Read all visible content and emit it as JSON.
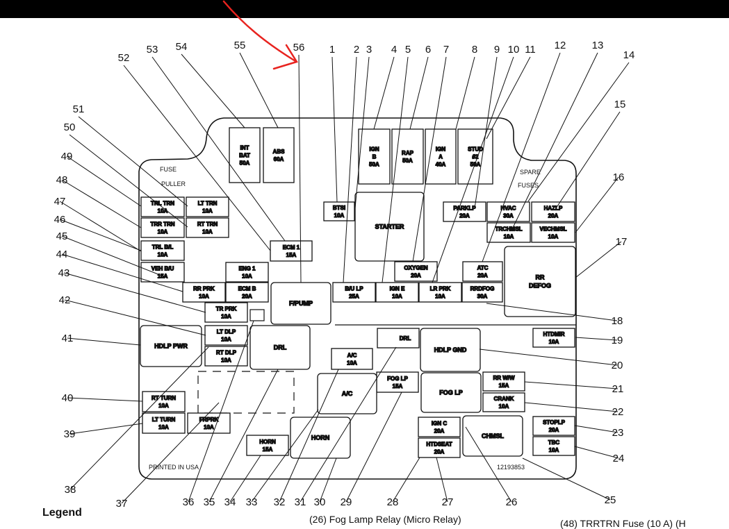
{
  "diagram": {
    "panel_text": {
      "fuse_puller": [
        "FUSE",
        "PULLER"
      ],
      "spare_fuses": [
        "SPARE",
        "FUSES"
      ],
      "printed": "PRINTED IN USA",
      "part_number": "12193853"
    },
    "components": [
      {
        "id": "c1",
        "lines": [
          "BTSI",
          "10A"
        ]
      },
      {
        "id": "c3",
        "lines": [
          "STARTER"
        ]
      },
      {
        "id": "c4",
        "lines": [
          "IGN",
          "B",
          "50A"
        ]
      },
      {
        "id": "c6",
        "lines": [
          "RAP",
          "50A"
        ]
      },
      {
        "id": "c7b",
        "lines": [
          "IGN",
          "A",
          "40A"
        ]
      },
      {
        "id": "c8",
        "lines": [
          "STUD",
          "#2",
          "50A"
        ]
      },
      {
        "id": "c9",
        "lines": [
          "PARKLP",
          "20A"
        ]
      },
      {
        "id": "c11",
        "lines": [
          "HVAC",
          "30A"
        ]
      },
      {
        "id": "c15",
        "lines": [
          "HAZLP",
          "20A"
        ]
      },
      {
        "id": "c14",
        "lines": [
          "TRCHMSL",
          "10A"
        ]
      },
      {
        "id": "c16",
        "lines": [
          "VECHMSL",
          "10A"
        ]
      },
      {
        "id": "c17",
        "lines": [
          "RR",
          "DEFOG"
        ]
      },
      {
        "id": "c7",
        "lines": [
          "OXYGEN",
          "20A"
        ]
      },
      {
        "id": "c12",
        "lines": [
          "ATC",
          "20A"
        ]
      },
      {
        "id": "c2",
        "lines": [
          "B/U LP",
          "25A"
        ]
      },
      {
        "id": "c5",
        "lines": [
          "IGN E",
          "10A"
        ]
      },
      {
        "id": "c10",
        "lines": [
          "LR PRK",
          "10A"
        ]
      },
      {
        "id": "c18",
        "lines": [
          "RRDFOG",
          "30A"
        ]
      },
      {
        "id": "c19",
        "lines": [
          "HTDMIR",
          "10A"
        ]
      },
      {
        "id": "c31",
        "lines": [
          "DRL"
        ]
      },
      {
        "id": "c20",
        "lines": [
          "HDLP GND"
        ]
      },
      {
        "id": "c21",
        "lines": [
          "RR W/W",
          "15A"
        ]
      },
      {
        "id": "c26",
        "lines": [
          "FOG LP"
        ]
      },
      {
        "id": "c22",
        "lines": [
          "CRANK",
          "10A"
        ]
      },
      {
        "id": "c23",
        "lines": [
          "STOPLP",
          "20A"
        ]
      },
      {
        "id": "c24",
        "lines": [
          "TBC",
          "10A"
        ]
      },
      {
        "id": "c28",
        "lines": [
          "IGN C",
          "20A"
        ]
      },
      {
        "id": "c27",
        "lines": [
          "HTDSEAT",
          "20A"
        ]
      },
      {
        "id": "c25",
        "lines": [
          "CHMSL"
        ]
      },
      {
        "id": "c29",
        "lines": [
          "FOG LP",
          "15A"
        ]
      },
      {
        "id": "c32",
        "lines": [
          "A/C",
          "10A"
        ]
      },
      {
        "id": "c33",
        "lines": [
          "A/C"
        ]
      },
      {
        "id": "c30",
        "lines": [
          "HORN"
        ]
      },
      {
        "id": "c34",
        "lines": [
          "HORN",
          "15A"
        ]
      },
      {
        "id": "c55",
        "lines": [
          "ABS",
          "60A"
        ]
      },
      {
        "id": "c54",
        "lines": [
          "INT",
          "BAT",
          "50A"
        ]
      },
      {
        "id": "c53",
        "lines": [
          "ECM 1",
          "15A"
        ]
      },
      {
        "id": "c52",
        "lines": [
          "ENG 1",
          "10A"
        ]
      },
      {
        "id": "c45b",
        "lines": [
          "ECM B",
          "20A"
        ]
      },
      {
        "id": "c56",
        "lines": [
          "F/PUMP"
        ]
      },
      {
        "id": "c51",
        "lines": [
          "LT TRN",
          "10A"
        ]
      },
      {
        "id": "c50",
        "lines": [
          "RT TRN",
          "10A"
        ]
      },
      {
        "id": "c49",
        "lines": [
          "TRL TRN",
          "10A"
        ]
      },
      {
        "id": "c48",
        "lines": [
          "TRR TRN",
          "10A"
        ]
      },
      {
        "id": "c47",
        "lines": [
          "TRL B/L",
          "10A"
        ]
      },
      {
        "id": "c46",
        "lines": [
          "VEH B/U",
          "15A"
        ]
      },
      {
        "id": "c44",
        "lines": [
          "RR PRK",
          "10A"
        ]
      },
      {
        "id": "c43",
        "lines": [
          "TR PRK",
          "10A"
        ]
      },
      {
        "id": "c42",
        "lines": [
          "LT DLP",
          "10A"
        ]
      },
      {
        "id": "c41b",
        "lines": [
          "RT DLP",
          "10A"
        ]
      },
      {
        "id": "c41",
        "lines": [
          "HDLP PWR"
        ]
      },
      {
        "id": "c35",
        "lines": [
          "DRL"
        ]
      },
      {
        "id": "c40",
        "lines": [
          "RT TURN",
          "10A"
        ]
      },
      {
        "id": "c39",
        "lines": [
          "LT TURN",
          "10A"
        ]
      },
      {
        "id": "c38",
        "lines": [
          "FRPRK",
          "10A"
        ]
      }
    ],
    "callouts": [
      "1",
      "2",
      "3",
      "4",
      "5",
      "6",
      "7",
      "8",
      "9",
      "10",
      "11",
      "12",
      "13",
      "14",
      "15",
      "16",
      "17",
      "18",
      "19",
      "20",
      "21",
      "22",
      "23",
      "24",
      "25",
      "26",
      "27",
      "28",
      "29",
      "30",
      "31",
      "32",
      "33",
      "34",
      "35",
      "36",
      "37",
      "38",
      "39",
      "40",
      "41",
      "42",
      "43",
      "44",
      "45",
      "46",
      "47",
      "48",
      "49",
      "50",
      "51",
      "52",
      "53",
      "54",
      "55",
      "56"
    ],
    "legend_title": "Legend",
    "legend_item_26": "(26)   Fog Lamp Relay (Micro Relay)",
    "legend_item_48": "(48)   TRRTRN Fuse (10 A) (H"
  }
}
